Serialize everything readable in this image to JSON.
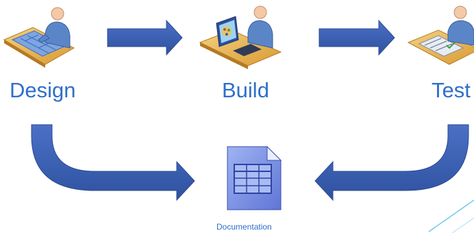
{
  "stages": {
    "design": {
      "label": "Design"
    },
    "build": {
      "label": "Build"
    },
    "test": {
      "label": "Test"
    }
  },
  "document": {
    "label": "Documentation"
  },
  "colors": {
    "arrow": "#3b5fb6",
    "arrow_dark": "#2c4a96",
    "text": "#2f6fc9",
    "doc_fill": "#7f95e6",
    "doc_grid": "#3a4fae",
    "desk": "#e8b04b",
    "person": "#5a86c8",
    "accent_line": "#6fc7ee"
  },
  "icons": {
    "design": "designer-at-drafting-table-icon",
    "build": "builder-at-computer-icon",
    "test": "tester-with-checklist-icon",
    "document": "document-table-icon"
  }
}
